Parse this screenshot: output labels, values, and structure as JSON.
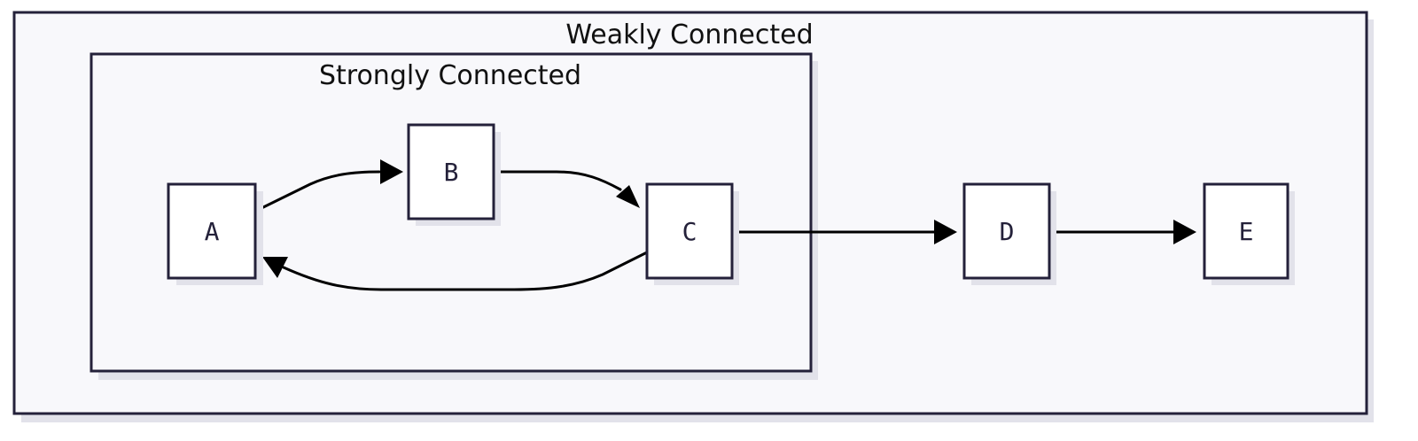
{
  "outer_group": {
    "label": "Weakly Connected"
  },
  "inner_group": {
    "label": "Strongly Connected"
  },
  "nodes": {
    "a": {
      "label": "A"
    },
    "b": {
      "label": "B"
    },
    "c": {
      "label": "C"
    },
    "d": {
      "label": "D"
    },
    "e": {
      "label": "E"
    }
  },
  "edges": [
    {
      "from": "A",
      "to": "B"
    },
    {
      "from": "B",
      "to": "C"
    },
    {
      "from": "C",
      "to": "A"
    },
    {
      "from": "C",
      "to": "D"
    },
    {
      "from": "D",
      "to": "E"
    }
  ],
  "colors": {
    "stroke": "#24213a",
    "cluster_fill": "#f8f8fb",
    "node_fill": "#ffffff",
    "edge": "#000000"
  }
}
